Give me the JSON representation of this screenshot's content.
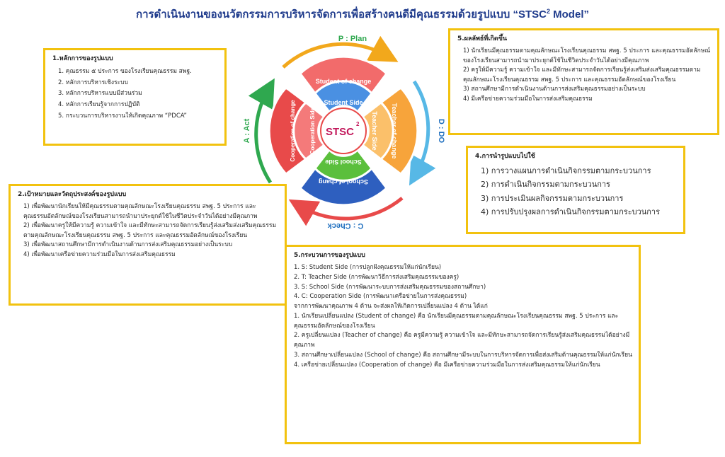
{
  "title_main": "การดำเนินงานของนวัตกรรมการบริหารจัดการเพื่อสร้างคนดีมีคุณธรรมด้วยรูปแบบ “STSC",
  "title_sup": "2",
  "title_end": " Model”",
  "cycle": {
    "center": "STSC",
    "center_sup": "2",
    "phases": {
      "plan": "P : Plan",
      "do": "D : DO",
      "check": "C : Check",
      "act": "A : Act"
    },
    "quadrants": {
      "top_inner": "Student Side",
      "top_outer": "Student of change",
      "right_inner": "Teacher Side",
      "right_outer": "Teacher of change",
      "bottom_inner": "School Side",
      "bottom_outer": "School of chang",
      "left_inner": "Cooperation Side",
      "left_outer": "Cooperation of change"
    },
    "colors": {
      "top_outer": "#f26b6b",
      "top_inner": "#4a90e2",
      "right_outer": "#f7a43b",
      "right_inner": "#f7a43b",
      "bottom_outer": "#2e5fbf",
      "bottom_inner": "#5bbf3c",
      "left_outer": "#e84a4a",
      "left_inner": "#e84a4a",
      "center": "#ffffff",
      "arrow_plan": "#f2a81c",
      "arrow_do": "#57b8e6",
      "arrow_check": "#e84a4a",
      "arrow_act": "#2fa84f"
    }
  },
  "principles": {
    "heading": "1.หลักการของรูปแบบ",
    "items": [
      "1. คุณธรรม ๕ ประการ ของโรงเรียนคุณธรรม สพฐ.",
      "2. หลักการบริหารเชิงระบบ",
      "3. หลักการบริหารแบบมีส่วนร่วม",
      "4. หลักการเรียนรู้จากการปฏิบัติ",
      "5. กระบวนการบริหารงานให้เกิดคุณภาพ “PDCA”"
    ]
  },
  "goals": {
    "heading": "2.เป้าหมายและวัตถุประสงค์ของรูปแบบ",
    "items": [
      "1) เพื่อพัฒนานักเรียนให้มีคุณธรรมตามคุณลักษณะโรงเรียนคุณธรรม สพฐ. 5 ประการ และคุณธรรมอัตลักษณ์ของโรงเรียนสามารถนำมาประยุกต์ใช้ในชีวิตประจำวันได้อย่างมีคุณภาพ",
      "2) เพื่อพัฒนาครูให้มีความรู้ ความเข้าใจ และมีทักษะสามารถจัดการเรียนรู้ส่งเสริมส่งเสริมคุณธรรมตามคุณลักษณะโรงเรียนคุณธรรม สพฐ. 5 ประการ และคุณธรรมอัตลักษณ์ของโรงเรียน",
      "3) เพื่อพัฒนาสถานศึกษามีการดำเนินงานด้านการส่งเสริมคุณธรรมอย่างเป็นระบบ",
      "4) เพื่อพัฒนาเครือข่ายความร่วมมือในการส่งเสริมคุณธรรม"
    ]
  },
  "outcomes": {
    "heading": "5.ผลลัพธ์ที่เกิดขึ้น",
    "items": [
      "1) นักเรียนมีคุณธรรมตามคุณลักษณะโรงเรียนคุณธรรม สพฐ. 5 ประการ และคุณธรรมอัตลักษณ์ของโรงเรียนสามารถนำมาประยุกต์ใช้ในชีวิตประจำวันได้อย่างมีคุณภาพ",
      "2) ครูให้มีความรู้ ความเข้าใจ และมีทักษะสามารถจัดการเรียนรู้ส่งเสริมส่งเสริมคุณธรรมตามคุณลักษณะโรงเรียนคุณธรรม สพฐ. 5 ประการ และคุณธรรมอัตลักษณ์ของโรงเรียน",
      "3) สถานศึกษามีการดำเนินงานด้านการส่งเสริมคุณธรรมอย่างเป็นระบบ",
      "4) มีเครือข่ายความร่วมมือในการส่งเสริมคุณธรรม"
    ]
  },
  "application": {
    "heading": "4.การนำรูปแบบไปใช้",
    "items": [
      "1) การวางแผนการดำเนินกิจกรรมตามกระบวนการ",
      "2) การดำเนินกิจกรรมตามกระบวนการ",
      "3) การประเมินผลกิจกรรมตามกระบวนการ",
      "4) การปรับปรุงผลการดำเนินกิจกรรมตามกระบวนการ"
    ]
  },
  "process": {
    "heading": "5.กระบวนการของรูปแบบ",
    "items": [
      "1. S: Student Side (การปลูกฝังคุณธรรมให้แก่นักเรียน)",
      "2. T: Teacher Side (การพัฒนาวิธีการส่งเสริมคุณธรรมของครู)",
      "3. S: School Side (การพัฒนาระบบการส่งเสริมคุณธรรมของสถานศึกษา)",
      "4. C: Cooperation Side (การพัฒนาเครือข่ายในการส่งคุณธรรม)",
      "จากการพัฒนาคุณภาพ 4 ด้าน จะส่งผลให้เกิดการเปลี่ยนแปลง 4 ด้าน ได้แก่",
      "1. นักเรียนเปลี่ยนแปลง (Student of change) คือ นักเรียนมีคุณธรรมตามคุณลักษณะโรงเรียนคุณธรรม สพฐ. 5 ประการ และคุณธรรมอัตลักษณ์ของโรงเรียน",
      "2. ครูเปลี่ยนแปลง (Teacher of change) คือ ครูมีความรู้ ความเข้าใจ และมีทักษะสามารถจัดการเรียนรู้ส่งเสริมคุณธรรมได้อย่างมีคุณภาพ",
      "3. สถานศึกษาเปลี่ยนแปลง (School of change) คือ สถานศึกษามีระบบในการบริหารจัดการเพื่อส่งเสริมด้านคุณธรรมให้แก่นักเรียน",
      "4. เครือข่ายเปลี่ยนแปลง (Cooperation of change) คือ มีเครือข่ายความร่วมมือในการส่งเสริมคุณธรรมให้แก่นักเรียน"
    ]
  }
}
